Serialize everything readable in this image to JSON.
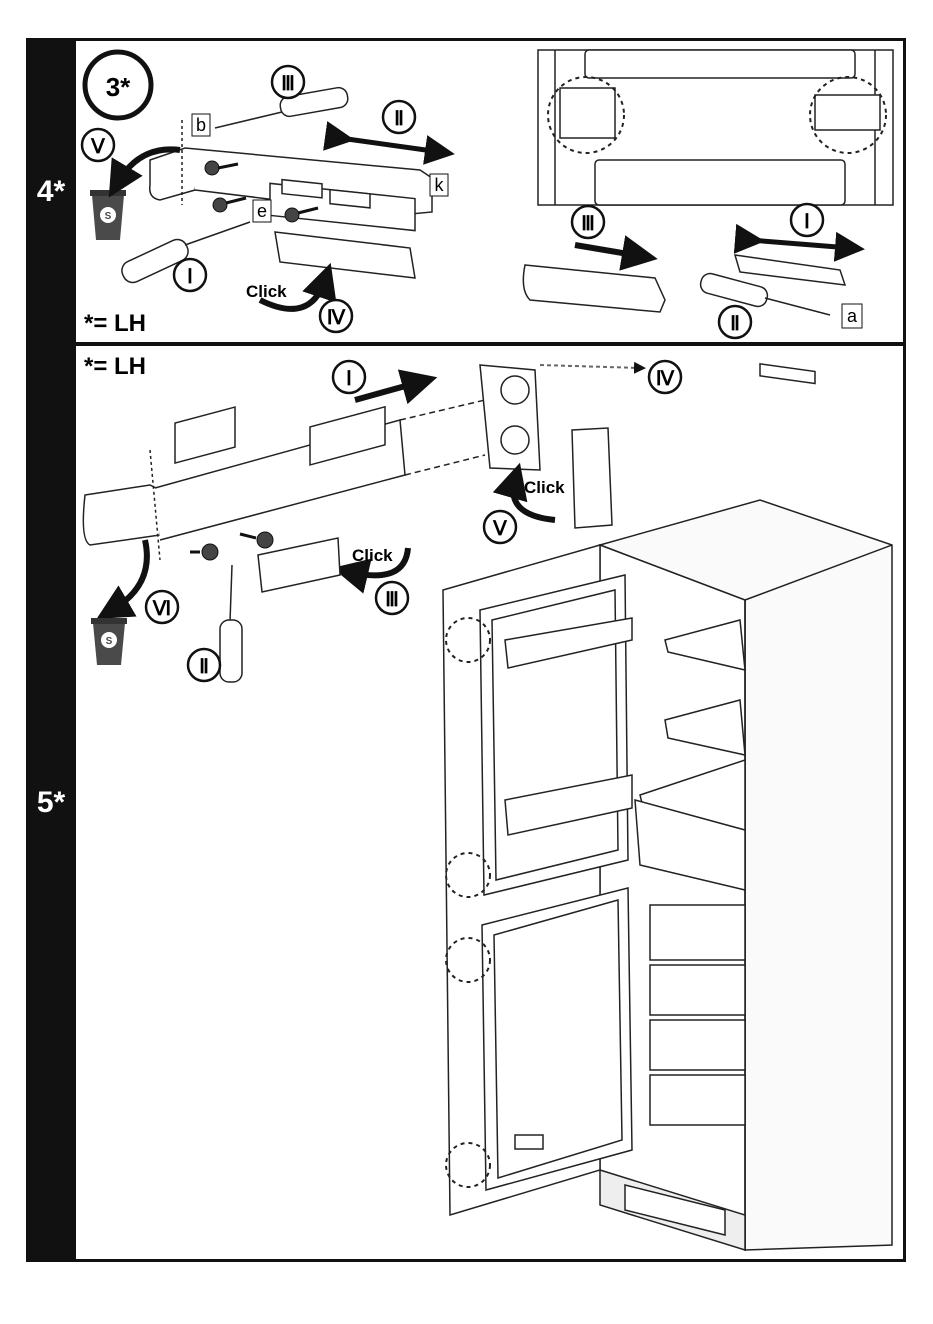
{
  "steps": {
    "step4": "4*",
    "step5": "5*"
  },
  "panel4": {
    "badge": "3*",
    "lh_note": "*= LH",
    "letters": {
      "b": "b",
      "e": "e",
      "k": "k",
      "a": "a"
    },
    "click": "Click",
    "numerals": {
      "I": "Ⅰ",
      "II": "Ⅱ",
      "III": "Ⅲ",
      "IV": "Ⅳ",
      "V": "Ⅴ"
    }
  },
  "panel5": {
    "lh_note": "*= LH",
    "click_top": "Click",
    "click_bottom": "Click",
    "numerals": {
      "I": "Ⅰ",
      "II": "Ⅱ",
      "III": "Ⅲ",
      "IV": "Ⅳ",
      "V": "Ⅴ",
      "VI": "Ⅵ"
    }
  },
  "icons": {
    "recycle_bin": "recycle-bin-icon",
    "screwdriver": "screwdriver-icon",
    "screw": "screw-icon",
    "arrow": "arrow-icon"
  },
  "colors": {
    "ink": "#111111",
    "bin": "#4a4a4a",
    "line": "#222222",
    "light": "#f2f2f2"
  }
}
